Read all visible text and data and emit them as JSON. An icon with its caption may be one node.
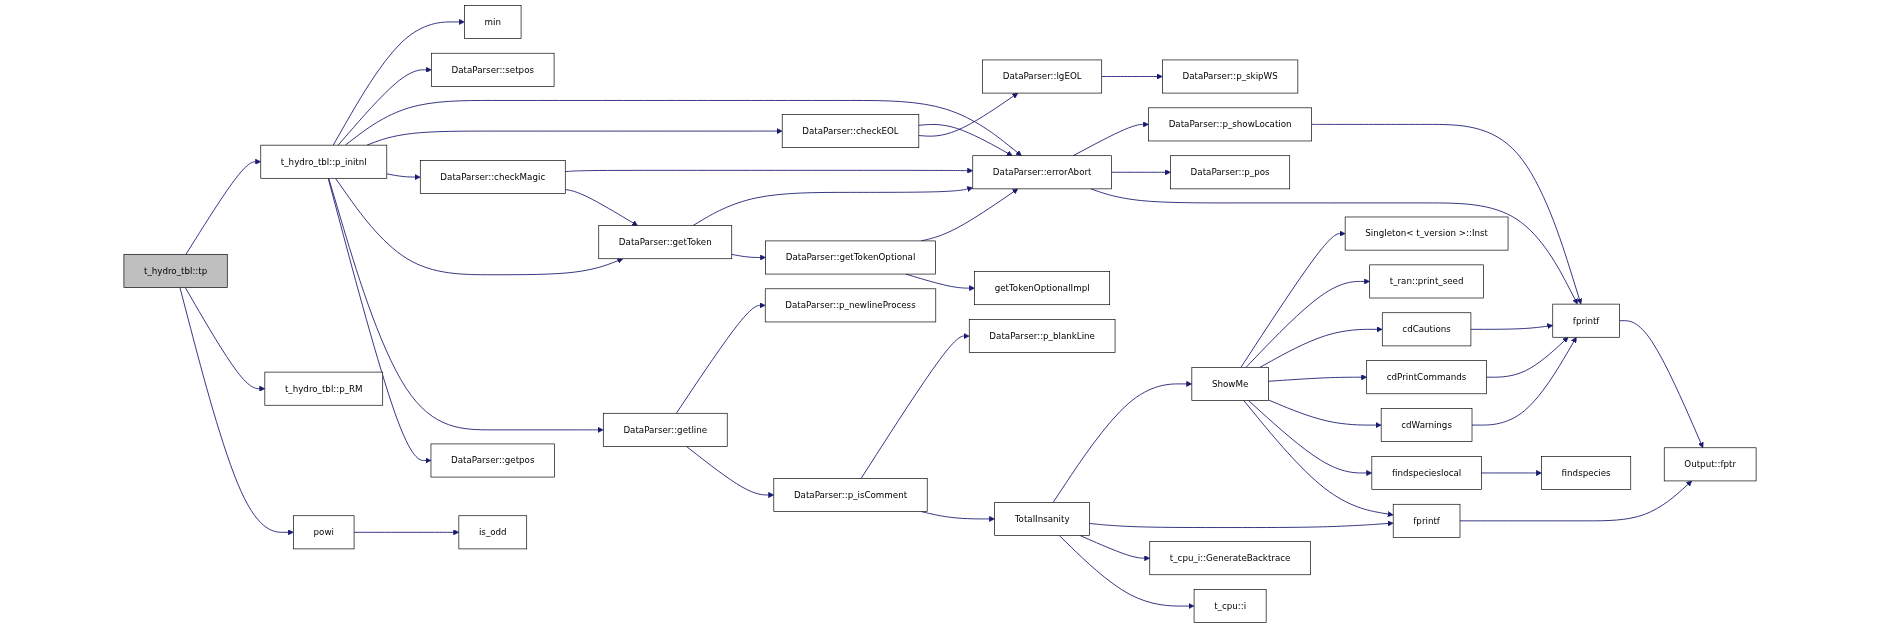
{
  "diagram": {
    "nodes": [
      {
        "text": [
          "t_hydro_tbl::tp"
        ]
      },
      {
        "text": [
          "t_hydro_tbl::p_initnl"
        ]
      },
      {
        "text": [
          "t_hydro_tbl::p_RM"
        ]
      },
      {
        "text": [
          "powi"
        ]
      },
      {
        "text": [
          "min"
        ]
      },
      {
        "text": [
          "DataParser::setpos"
        ]
      },
      {
        "text": [
          "DataParser::checkEOL"
        ]
      },
      {
        "text": [
          "DataParser::checkMagic"
        ]
      },
      {
        "text": [
          "DataParser::getToken"
        ]
      },
      {
        "text": [
          "DataParser::getline"
        ]
      },
      {
        "text": [
          "DataParser::getpos"
        ]
      },
      {
        "text": [
          "is_odd"
        ]
      },
      {
        "text": [
          "DataParser::lgEOL"
        ]
      },
      {
        "text": [
          "DataParser::p_newlineProcess"
        ]
      },
      {
        "text": [
          "DataParser::p_isComment"
        ]
      },
      {
        "text": [
          "DataParser::p_skipWS"
        ]
      },
      {
        "text": [
          "DataParser::getTokenOptional"
        ]
      },
      {
        "text": [
          "DataParser::p_blankLine"
        ]
      },
      {
        "text": [
          "TotalInsanity"
        ]
      },
      {
        "text": [
          "DataParser::errorAbort"
        ]
      },
      {
        "text": [
          "getTokenOptionalImpl"
        ]
      },
      {
        "text": [
          "ShowMe"
        ]
      },
      {
        "text": [
          "t_cpu_i::GenerateBacktrace"
        ]
      },
      {
        "text": [
          "t_cpu::i"
        ]
      },
      {
        "text": [
          "DataParser::p_showLocation"
        ]
      },
      {
        "text": [
          "DataParser::p_pos"
        ]
      },
      {
        "text": [
          "Singleton< t_version >::Inst"
        ]
      },
      {
        "text": [
          "t_ran::print_seed"
        ]
      },
      {
        "text": [
          "cdCautions"
        ]
      },
      {
        "text": [
          "cdPrintCommands"
        ]
      },
      {
        "text": [
          "cdWarnings"
        ]
      },
      {
        "text": [
          "findspecieslocal"
        ]
      },
      {
        "text": [
          "fprintf"
        ]
      },
      {
        "text": [
          "fprintf"
        ]
      },
      {
        "text": [
          "findspecies"
        ]
      },
      {
        "text": [
          "Output::fptr"
        ]
      }
    ],
    "edges": [
      {
        "from": 0,
        "to": 1,
        "arrow": "to"
      },
      {
        "from": 0,
        "to": 2,
        "arrow": "to"
      },
      {
        "from": 0,
        "to": 3,
        "arrow": "to"
      },
      {
        "from": 1,
        "to": 4,
        "arrow": "to"
      },
      {
        "from": 1,
        "to": 5,
        "arrow": "to"
      },
      {
        "from": 1,
        "to": 19,
        "arrow": "to"
      },
      {
        "from": 1,
        "to": 6,
        "arrow": "to"
      },
      {
        "from": 1,
        "to": 7,
        "arrow": "to"
      },
      {
        "from": 1,
        "to": 8,
        "arrow": "to"
      },
      {
        "from": 1,
        "to": 9,
        "arrow": "to"
      },
      {
        "from": 1,
        "to": 10,
        "arrow": "to"
      },
      {
        "from": 3,
        "to": 11,
        "arrow": "to"
      },
      {
        "from": 6,
        "to": 19,
        "arrow": "to"
      },
      {
        "from": 6,
        "to": 12,
        "arrow": "to"
      },
      {
        "from": 12,
        "to": 15,
        "arrow": "to"
      },
      {
        "from": 7,
        "to": 19,
        "arrow": "to"
      },
      {
        "from": 7,
        "to": 8,
        "arrow": "to"
      },
      {
        "from": 8,
        "to": 19,
        "arrow": "to"
      },
      {
        "from": 8,
        "to": 16,
        "arrow": "to"
      },
      {
        "from": 16,
        "to": 19,
        "arrow": "to"
      },
      {
        "from": 16,
        "to": 20,
        "arrow": "to"
      },
      {
        "from": 9,
        "to": 13,
        "arrow": "to"
      },
      {
        "from": 9,
        "to": 14,
        "arrow": "to"
      },
      {
        "from": 14,
        "to": 17,
        "arrow": "to"
      },
      {
        "from": 14,
        "to": 18,
        "arrow": "to"
      },
      {
        "from": 18,
        "to": 21,
        "arrow": "to"
      },
      {
        "from": 18,
        "to": 33,
        "arrow": "to"
      },
      {
        "from": 18,
        "to": 22,
        "arrow": "to"
      },
      {
        "from": 18,
        "to": 23,
        "arrow": "to"
      },
      {
        "from": 19,
        "to": 24,
        "arrow": "to"
      },
      {
        "from": 19,
        "to": 25,
        "arrow": "to"
      },
      {
        "from": 19,
        "to": 32,
        "arrow": "to"
      },
      {
        "from": 24,
        "to": 32,
        "arrow": "to"
      },
      {
        "from": 21,
        "to": 26,
        "arrow": "to"
      },
      {
        "from": 21,
        "to": 27,
        "arrow": "to"
      },
      {
        "from": 21,
        "to": 28,
        "arrow": "to"
      },
      {
        "from": 21,
        "to": 29,
        "arrow": "to"
      },
      {
        "from": 21,
        "to": 30,
        "arrow": "to"
      },
      {
        "from": 21,
        "to": 31,
        "arrow": "to"
      },
      {
        "from": 21,
        "to": 33,
        "arrow": "to"
      },
      {
        "from": 28,
        "to": 32,
        "arrow": "to"
      },
      {
        "from": 29,
        "to": 32,
        "arrow": "to"
      },
      {
        "from": 30,
        "to": 32,
        "arrow": "to"
      },
      {
        "from": 31,
        "to": 34,
        "arrow": "to"
      },
      {
        "from": 32,
        "to": 35,
        "arrow": "to"
      },
      {
        "from": 33,
        "to": 35,
        "arrow": "to"
      }
    ]
  }
}
